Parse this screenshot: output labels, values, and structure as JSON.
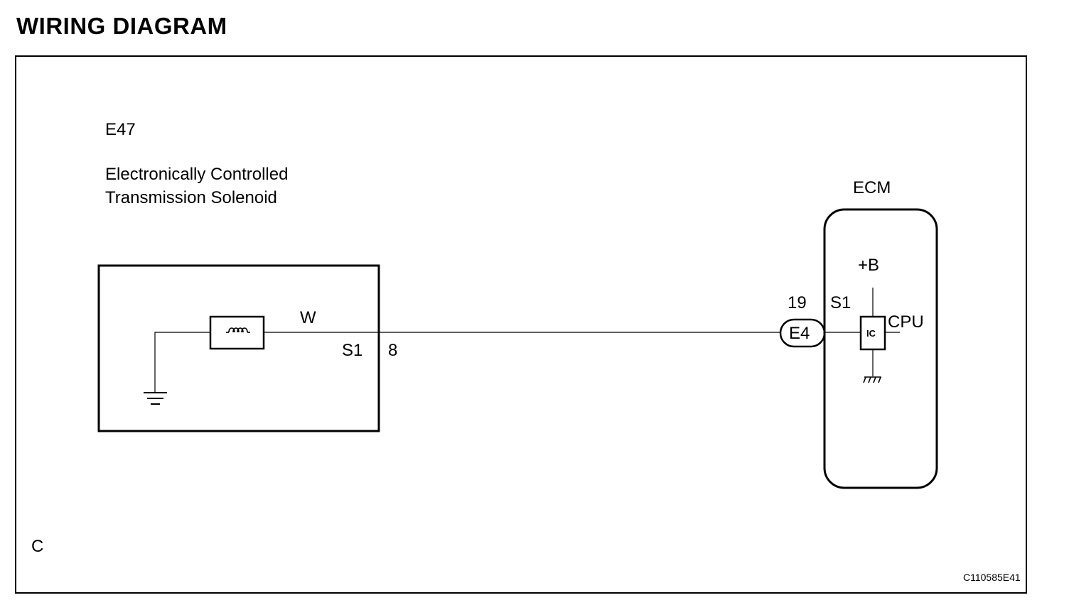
{
  "heading": "WIRING DIAGRAM",
  "component": {
    "code": "E47",
    "name_line1": "Electronically Controlled",
    "name_line2": "Transmission Solenoid",
    "wire_color": "W",
    "terminal_name": "S1",
    "pin": "8"
  },
  "ecm": {
    "title": "ECM",
    "power": "+B",
    "connector_pin": "19",
    "terminal_name": "S1",
    "connector": "E4",
    "ic_label": "IC",
    "cpu_label": "CPU"
  },
  "corner_letter": "C",
  "figure_code": "C110585E41"
}
